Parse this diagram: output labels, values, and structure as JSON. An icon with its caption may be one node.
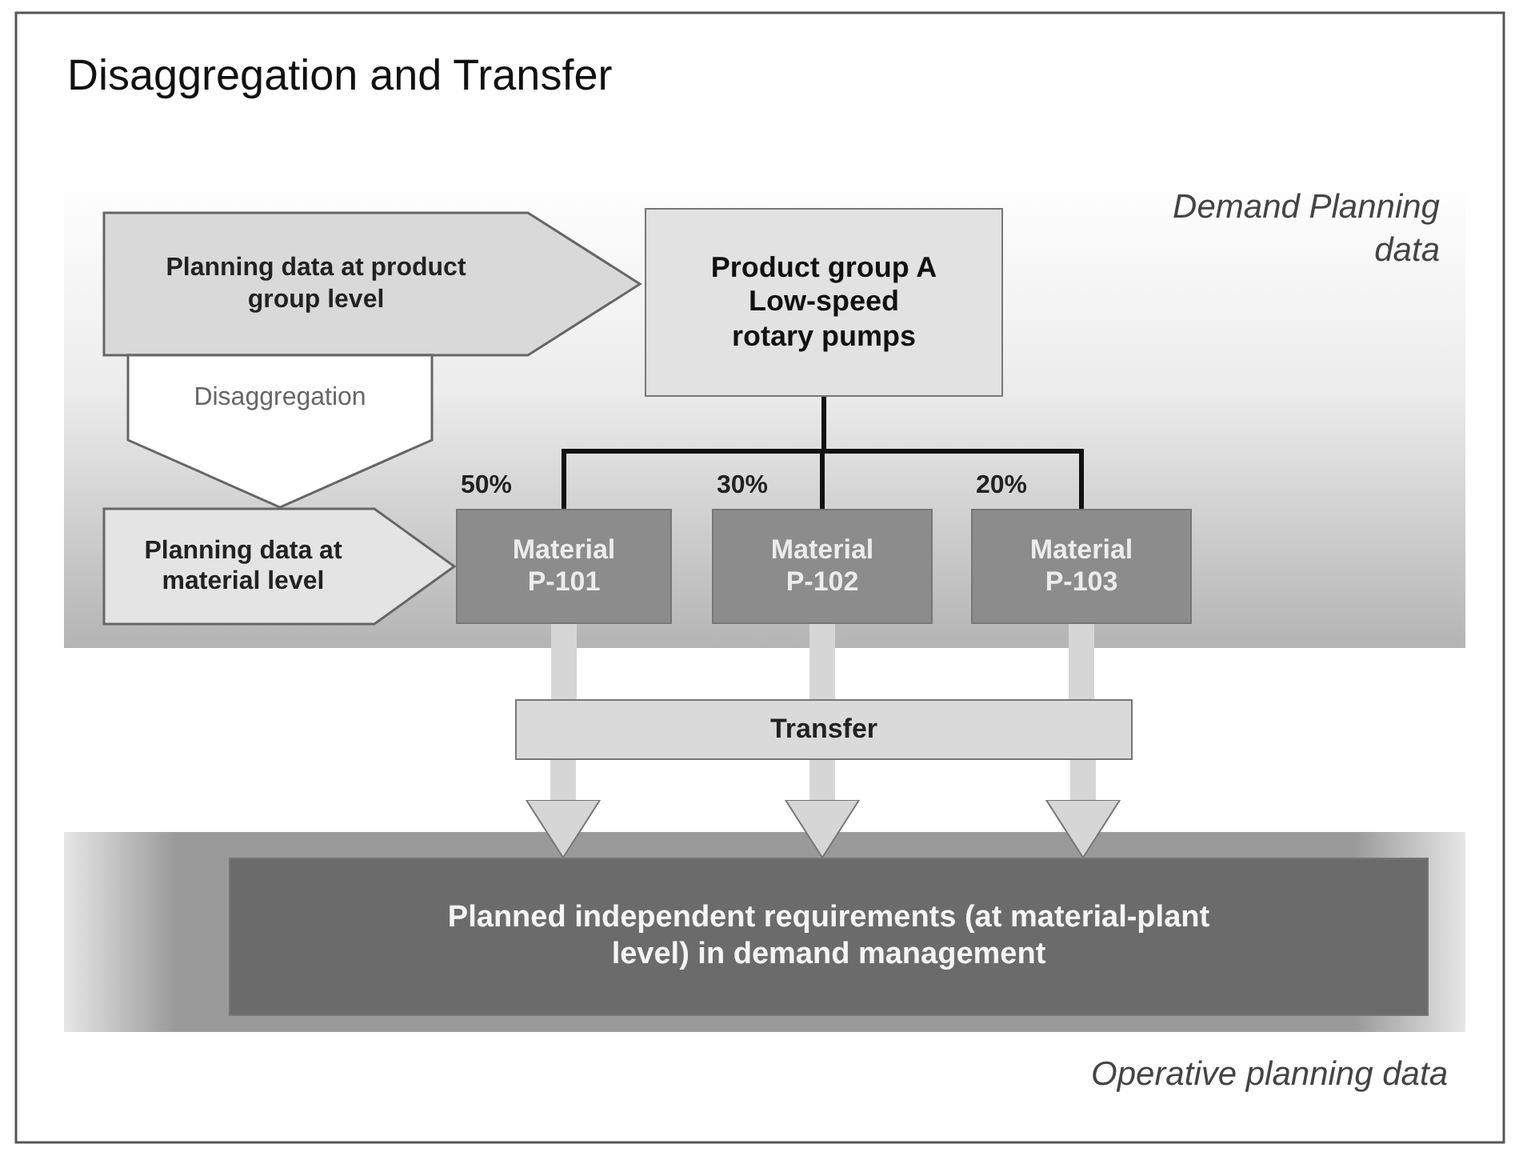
{
  "diagram": {
    "title": "Disaggregation and Transfer",
    "nodes": [
      {
        "text": [
          "Planning data at product group level"
        ]
      },
      {
        "text": [
          "Product group A",
          "Low-speed rotary pumps"
        ]
      },
      {
        "text": [
          "Disaggregation"
        ]
      },
      {
        "text": [
          "Planning data at material level"
        ]
      },
      {
        "text": [
          "Material P-101"
        ],
        "beside": [
          "50%"
        ]
      },
      {
        "text": [
          "Material P-102"
        ],
        "beside": [
          "30%"
        ]
      },
      {
        "text": [
          "Material P-103"
        ],
        "beside": [
          "20%"
        ]
      },
      {
        "text": [
          "Transfer"
        ]
      },
      {
        "text": [
          "Planned independent requirements (at material-plant level) in demand management"
        ]
      }
    ],
    "edges": [
      {
        "from": 1,
        "to": 4,
        "arrow": "none",
        "color": "#111111"
      },
      {
        "from": 1,
        "to": 5,
        "arrow": "none",
        "color": "#111111"
      },
      {
        "from": 1,
        "to": 6,
        "arrow": "none",
        "color": "#111111"
      },
      {
        "from": 4,
        "to": 7,
        "arrow": "none"
      },
      {
        "from": 5,
        "to": 7,
        "arrow": "none"
      },
      {
        "from": 6,
        "to": 7,
        "arrow": "none"
      },
      {
        "from": 7,
        "to": 8,
        "arrow": "to"
      },
      {
        "from": 7,
        "to": 8,
        "arrow": "to"
      },
      {
        "from": 7,
        "to": 8,
        "arrow": "to"
      }
    ],
    "labels": [
      "Demand Planning data",
      "Operative planning data"
    ]
  }
}
